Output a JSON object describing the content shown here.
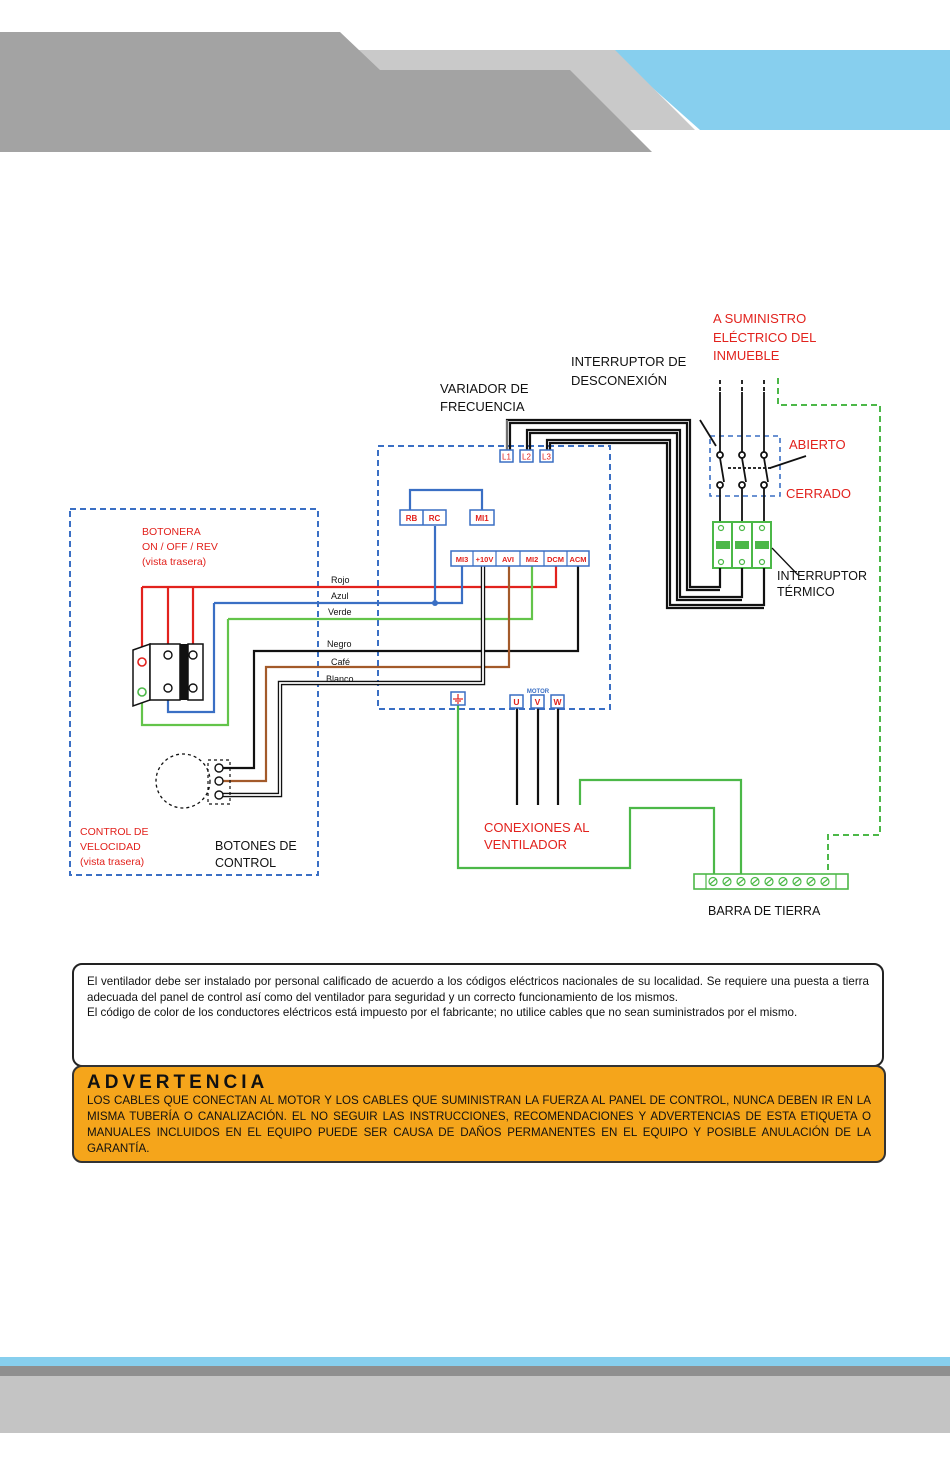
{
  "colors": {
    "dark_gray": "#a3a3a3",
    "light_gray": "#c9c9c9",
    "light_blue": "#87cfee",
    "panel_blue": "#3a6fc4",
    "terminal_red": "#e2221d",
    "wire_red": "#e2221d",
    "wire_blue": "#3a6fc4",
    "wire_green": "#63c44a",
    "wire_black": "#111111",
    "wire_brown": "#a35a2a",
    "label_red": "#e2221d",
    "ground_green": "#4cb848",
    "warning_orange": "#f5a51b"
  },
  "labels": {
    "supply": [
      "A SUMINISTRO",
      "ELÉCTRICO DEL",
      "INMUEBLE"
    ],
    "disconnect": [
      "INTERRUPTOR DE",
      "DESCONEXIÓN"
    ],
    "vfd": [
      "VARIADOR DE",
      "FRECUENCIA"
    ],
    "open": "ABIERTO",
    "closed": "CERRADO",
    "thermal": [
      "INTERRUPTOR",
      "TÉRMICO"
    ],
    "pushbutton": [
      "BOTONERA",
      "ON / OFF / REV",
      "(vista trasera)"
    ],
    "speed_control": [
      "CONTROL DE",
      "VELOCIDAD",
      "(vista trasera)"
    ],
    "control_buttons": [
      "BOTONES DE",
      "CONTROL"
    ],
    "fan_connections": [
      "CONEXIONES AL",
      "VENTILADOR"
    ],
    "ground_bar": "BARRA DE TIERRA",
    "motor": "MOTOR"
  },
  "wire_names": [
    "Rojo",
    "Azul",
    "Verde",
    "Negro",
    "Café",
    "Blanco"
  ],
  "terminals": {
    "input": [
      "L1",
      "L2",
      "L3"
    ],
    "relay": [
      "RB",
      "RC",
      "MI1"
    ],
    "control": [
      "MI3",
      "+10V",
      "AVI",
      "MI2",
      "DCM",
      "ACM"
    ],
    "output": [
      "U",
      "V",
      "W"
    ]
  },
  "note": {
    "paragraph1": "El ventilador debe ser instalado por personal calificado de acuerdo a los códigos eléctricos nacionales de su localidad. Se requiere una puesta a tierra adecuada del panel de control así como del ventilador para seguridad y un correcto funcionamiento de los mismos.",
    "paragraph2": "El código de color de los conductores eléctricos está impuesto por el fabricante; no utilice cables que no sean suministrados por el mismo."
  },
  "warning": {
    "title": "ADVERTENCIA",
    "text": "LOS CABLES QUE CONECTAN AL MOTOR Y LOS CABLES QUE SUMINISTRAN LA FUERZA AL PANEL DE CONTROL, NUNCA DEBEN IR EN LA MISMA TUBERÍA O CANALIZACIÓN. EL NO SEGUIR LAS INSTRUCCIONES, RECOMENDACIONES Y ADVERTENCIAS DE ESTA ETIQUETA O MANUALES INCLUIDOS EN EL EQUIPO PUEDE SER CAUSA DE DAÑOS PERMANENTES EN EL EQUIPO Y POSIBLE ANULACIÓN DE LA GARANTÍA."
  }
}
